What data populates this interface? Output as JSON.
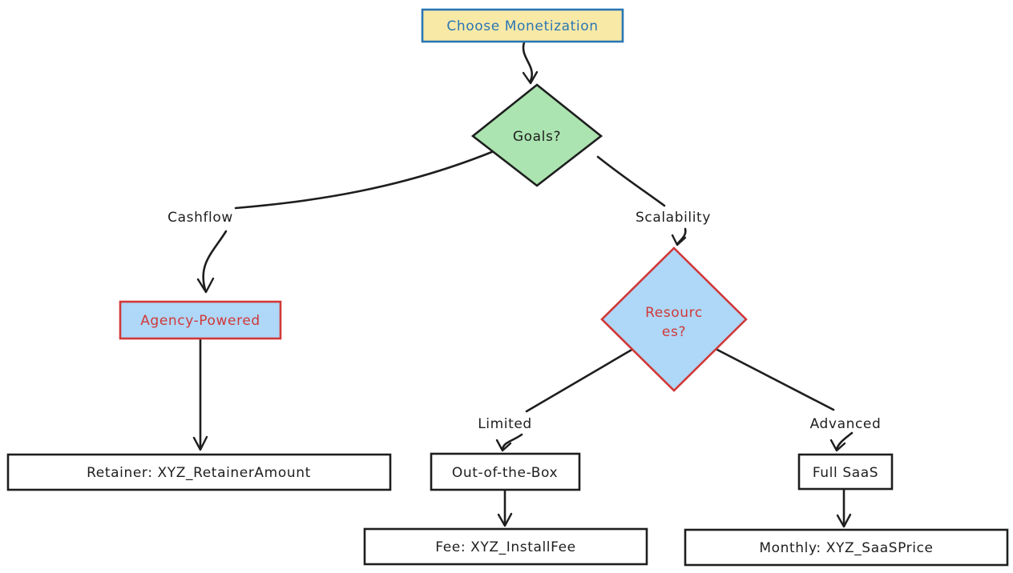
{
  "diagram": {
    "type": "flowchart",
    "style": "hand-drawn",
    "colors": {
      "background": "#ffffff",
      "ink": "#1e1e1e",
      "accent_blue": "#2a76b5",
      "accent_red": "#d13838",
      "fill_yellow": "#f9e9a6",
      "fill_green": "#abe4b0",
      "fill_blue": "#aed7f8",
      "fill_white": "#ffffff"
    },
    "nodes": {
      "choose_monetization": {
        "label": "Choose Monetization",
        "shape": "rectangle",
        "fill": "#f9e9a6",
        "stroke": "#2a76b5",
        "text_color": "#2a76b5"
      },
      "goals": {
        "label": "Goals?",
        "shape": "diamond",
        "fill": "#abe4b0",
        "stroke": "#1e1e1e",
        "text_color": "#1e1e1e"
      },
      "agency_powered": {
        "label": "Agency-Powered",
        "shape": "rectangle",
        "fill": "#aed7f8",
        "stroke": "#d13838",
        "text_color": "#d13838"
      },
      "retainer": {
        "label": "Retainer: XYZ_RetainerAmount",
        "shape": "rectangle",
        "fill": "#ffffff",
        "stroke": "#1e1e1e",
        "text_color": "#1e1e1e"
      },
      "resources": {
        "label": "Resources?",
        "line1": "Resourc",
        "line2": "es?",
        "shape": "diamond",
        "fill": "#aed7f8",
        "stroke": "#d13838",
        "text_color": "#d13838"
      },
      "out_of_the_box": {
        "label": "Out-of-the-Box",
        "shape": "rectangle",
        "fill": "#ffffff",
        "stroke": "#1e1e1e",
        "text_color": "#1e1e1e"
      },
      "fee": {
        "label": "Fee: XYZ_InstallFee",
        "shape": "rectangle",
        "fill": "#ffffff",
        "stroke": "#1e1e1e",
        "text_color": "#1e1e1e"
      },
      "full_saas": {
        "label": "Full SaaS",
        "shape": "rectangle",
        "fill": "#ffffff",
        "stroke": "#1e1e1e",
        "text_color": "#1e1e1e"
      },
      "monthly": {
        "label": "Monthly: XYZ_SaaSPrice",
        "shape": "rectangle",
        "fill": "#ffffff",
        "stroke": "#1e1e1e",
        "text_color": "#1e1e1e"
      }
    },
    "edge_labels": {
      "cashflow": "Cashflow",
      "scalability": "Scalability",
      "limited": "Limited",
      "advanced": "Advanced"
    }
  }
}
